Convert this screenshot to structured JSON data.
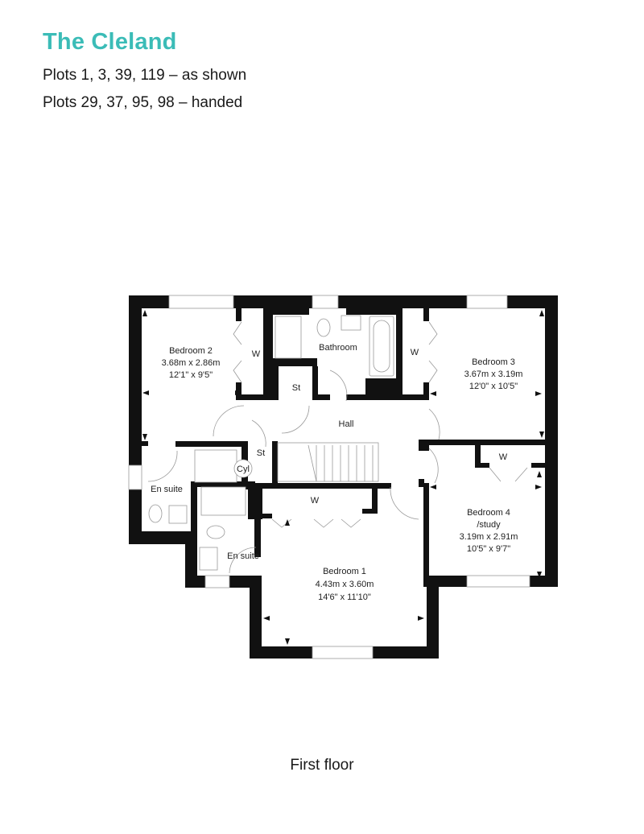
{
  "header": {
    "title": "The Cleland",
    "plots_as_shown": "Plots 1, 3, 39, 119 – as shown",
    "plots_handed": "Plots 29, 37, 95, 98 – handed"
  },
  "colors": {
    "title": "#3bbcb7",
    "walls": "#111111",
    "text": "#1a1a1a"
  },
  "floor_plan": {
    "floor_label": "First floor",
    "rooms": [
      {
        "name": "Bedroom 2",
        "metric": "3.68m x 2.86m",
        "imperial": "12'1\" x 9'5\""
      },
      {
        "name": "Bathroom"
      },
      {
        "name": "Bedroom 3",
        "metric": "3.67m x 3.19m",
        "imperial": "12'0\" x 10'5\""
      },
      {
        "name": "Bedroom 4",
        "name_line2": "/study",
        "metric": "3.19m x 2.91m",
        "imperial": "10'5\" x 9'7\""
      },
      {
        "name": "Bedroom 1",
        "metric": "4.43m x 3.60m",
        "imperial": "14'6\" x 11'10\""
      },
      {
        "name": "Hall"
      },
      {
        "name": "En suite"
      },
      {
        "name": "En suite"
      }
    ],
    "small_labels": {
      "wardrobe": "W",
      "store": "St",
      "cylinder": "Cyl"
    }
  }
}
